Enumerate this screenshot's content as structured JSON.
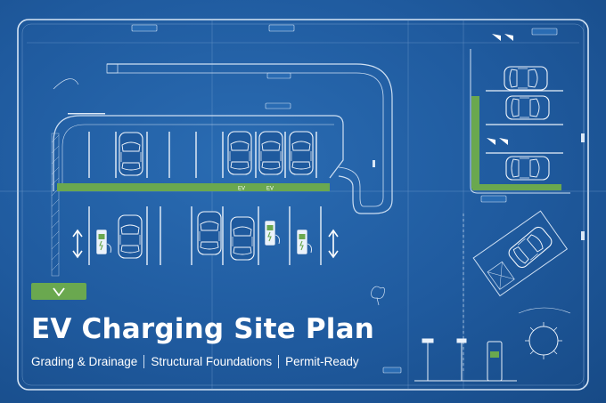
{
  "title": "EV Charging Site Plan",
  "services": [
    "Grading & Drainage",
    "Structural Foundations",
    "Permit-Ready"
  ],
  "strip_labels": [
    "EV",
    "EV"
  ],
  "colors": {
    "background": "#1f5a9e",
    "line": "#cfe0f3",
    "accent_green": "#6aa84f"
  },
  "icons": [
    "checkmark-icon",
    "ev-charger-icon",
    "double-arrow-icon",
    "car-icon",
    "compass-icon",
    "tree-icon"
  ]
}
